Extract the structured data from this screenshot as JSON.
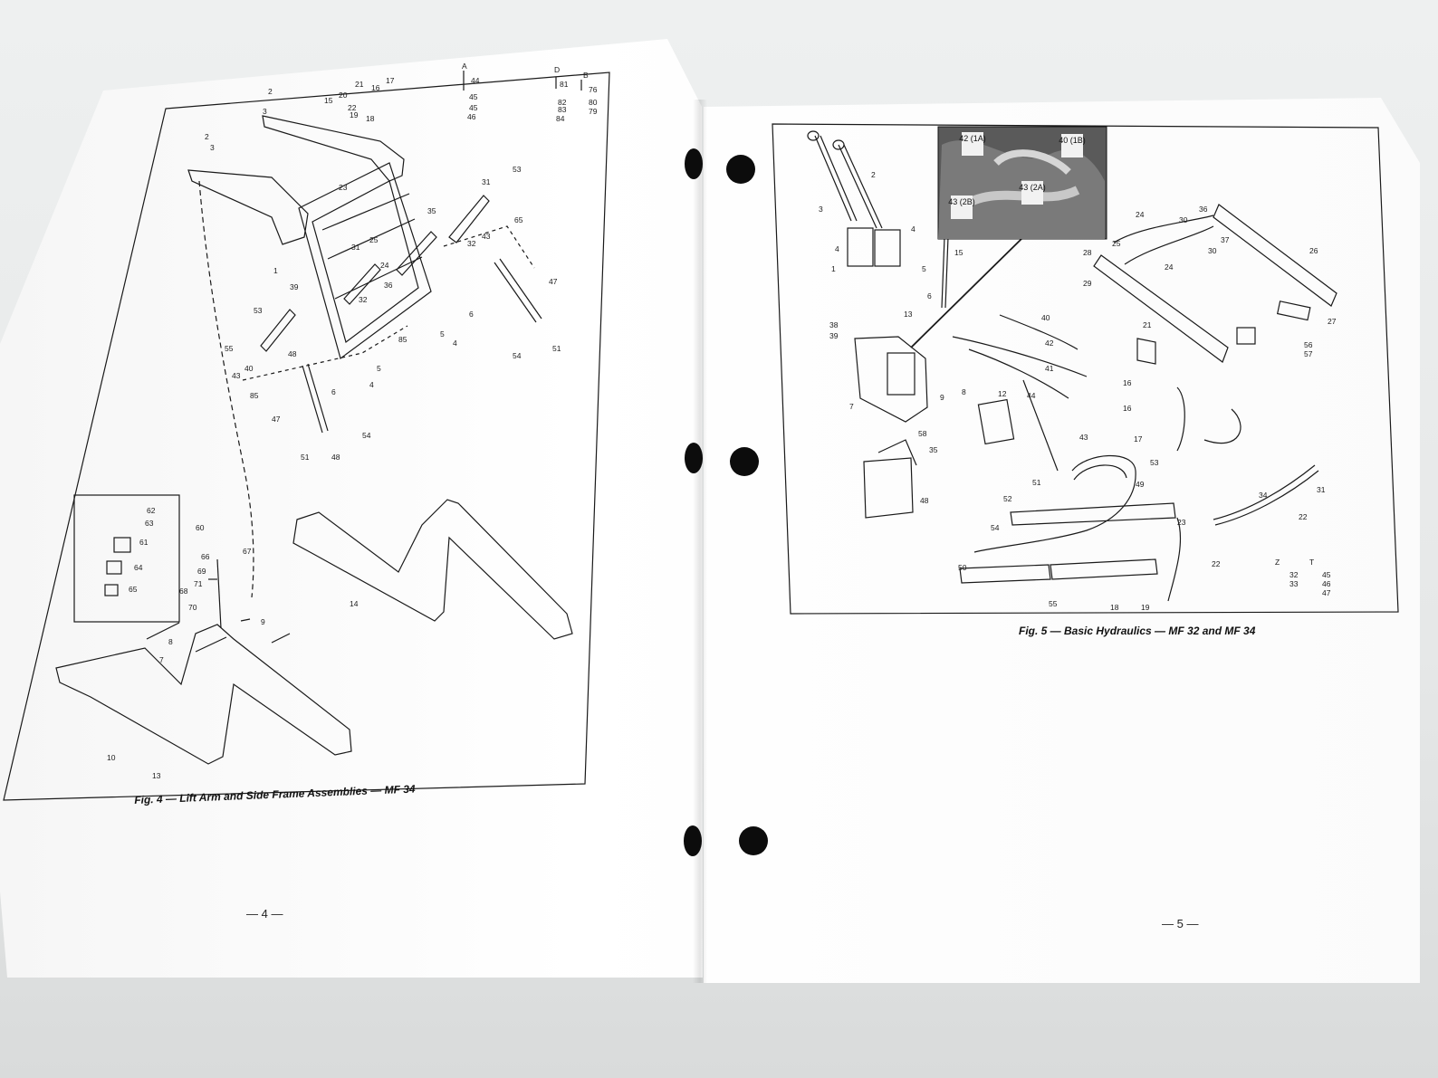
{
  "left_page": {
    "caption": "Fig. 4 — Lift Arm and Side Frame Assemblies — MF 34",
    "page_number": "— 4 —",
    "callouts": [
      "1",
      "2",
      "3",
      "2",
      "3",
      "15",
      "20",
      "21",
      "16",
      "17",
      "19",
      "22",
      "18",
      "23",
      "31",
      "53",
      "35",
      "25",
      "31",
      "32",
      "24",
      "43",
      "36",
      "65",
      "32",
      "85",
      "47",
      "39",
      "53",
      "55",
      "40",
      "43",
      "48",
      "6",
      "4",
      "5",
      "85",
      "4",
      "6",
      "5",
      "54",
      "51",
      "47",
      "54",
      "51",
      "48",
      "13",
      "10",
      "14",
      "60",
      "62",
      "63",
      "61",
      "64",
      "65",
      "66",
      "67",
      "69",
      "71",
      "68",
      "70",
      "8",
      "7",
      "9"
    ],
    "hardware_legend": [
      "A",
      "44",
      "45",
      "45",
      "46",
      "D",
      "81",
      "82",
      "83",
      "84",
      "B",
      "76",
      "80",
      "79"
    ]
  },
  "right_page": {
    "caption": "Fig. 5 — Basic Hydraulics — MF 32 and MF 34",
    "page_number": "— 5 —",
    "photo_labels": [
      "42 (1A)",
      "40 (1B)",
      "43 (2B)",
      "43 (2A)"
    ],
    "callouts": [
      "2",
      "3",
      "4",
      "1",
      "4",
      "5",
      "6",
      "13",
      "15",
      "38",
      "39",
      "7",
      "9",
      "8",
      "58",
      "35",
      "48",
      "40",
      "42",
      "41",
      "12",
      "44",
      "43",
      "51",
      "52",
      "54",
      "53",
      "49",
      "50",
      "55",
      "18",
      "19",
      "22",
      "23",
      "24",
      "28",
      "29",
      "25",
      "24",
      "30",
      "36",
      "37",
      "26",
      "27",
      "21",
      "56",
      "57",
      "16",
      "16",
      "17",
      "31",
      "34",
      "22",
      "Z",
      "32",
      "33",
      "T",
      "45",
      "46",
      "47"
    ]
  },
  "colors": {
    "ink": "#1a1a1a",
    "paper": "#ffffff",
    "hole": "#0c0c0c",
    "background": "#e6e8e8"
  }
}
